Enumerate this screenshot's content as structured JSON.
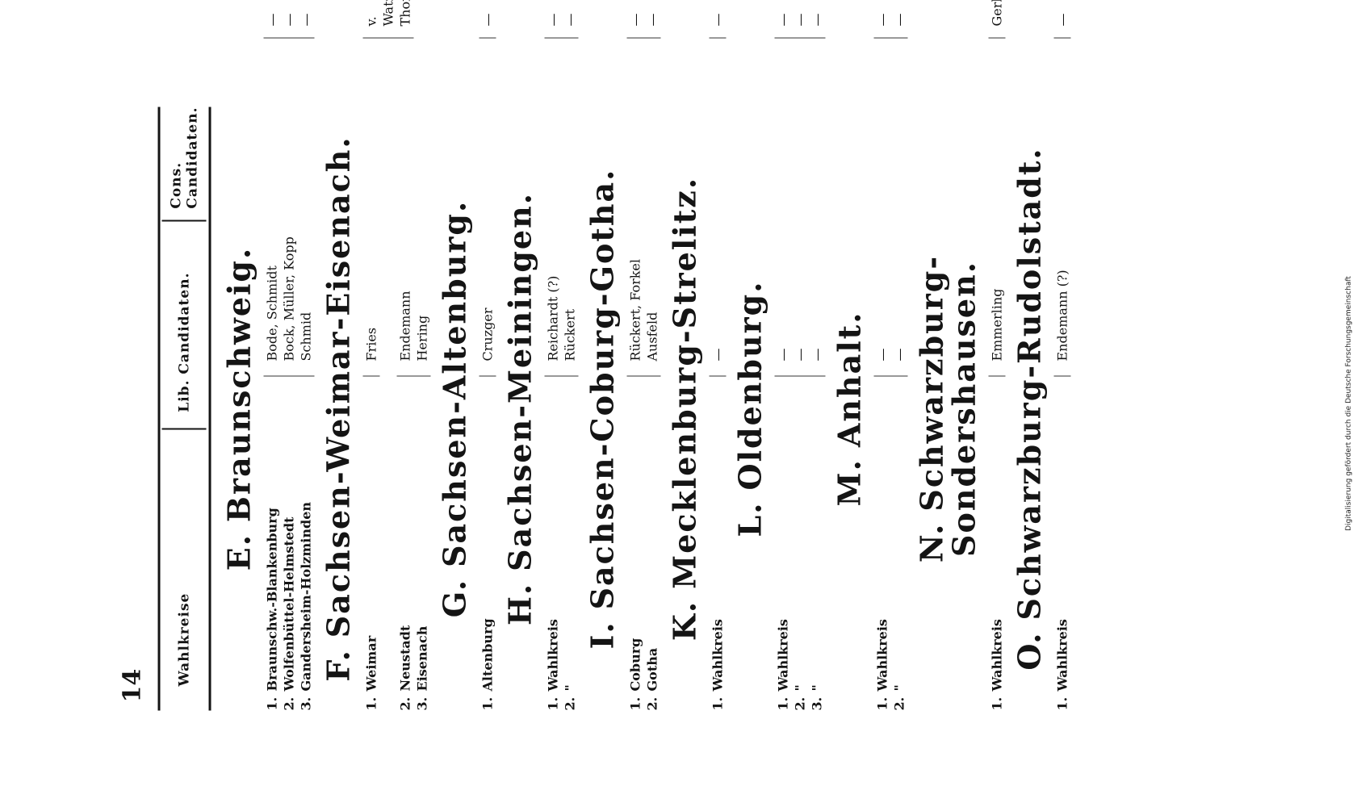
{
  "page_number": "14",
  "header": {
    "col1": "Wahlkreise",
    "col2": "Lib. Candidaten.",
    "col3": "Cons. Candidaten."
  },
  "sections": [
    {
      "letter": "E.",
      "name": "Braunschweig.",
      "rows": [
        {
          "num": "1.",
          "wk": "Braunschw.-Blankenburg",
          "lib": "Bode, Schmidt",
          "con": "—"
        },
        {
          "num": "2.",
          "wk": "Wolfenbüttel-Helmstedt",
          "lib": "Bock, Müller, Kopp",
          "con": "—"
        },
        {
          "num": "3.",
          "wk": "Gandersheim-Holzminden",
          "lib": "Schmid",
          "con": "—"
        }
      ]
    },
    {
      "letter": "F.",
      "name": "Sachsen-Weimar-Eisenach.",
      "rows": [
        {
          "num": "1.",
          "wk": "Weimar",
          "lib": "Fries",
          "con": "v. Watzdorf"
        },
        {
          "num": "2.",
          "wk": "Neustadt",
          "lib": "Endemann",
          "con": "Thon"
        },
        {
          "num": "3.",
          "wk": "Eisenach",
          "lib": "Hering",
          "con": ""
        }
      ]
    },
    {
      "letter": "G.",
      "name": "Sachsen-Altenburg.",
      "rows": [
        {
          "num": "1.",
          "wk": "Altenburg",
          "lib": "Cruzger",
          "con": "—"
        }
      ]
    },
    {
      "letter": "H.",
      "name": "Sachsen-Meiningen.",
      "rows": [
        {
          "num": "1.",
          "wk": "Wahlkreis",
          "lib": "Reichardt (?)",
          "con": "—"
        },
        {
          "num": "2.",
          "wk": "\"",
          "lib": "Rückert",
          "con": "—"
        }
      ]
    },
    {
      "letter": "I.",
      "name": "Sachsen-Coburg-Gotha.",
      "rows": [
        {
          "num": "1.",
          "wk": "Coburg",
          "lib": "Rückert, Forkel",
          "con": "—"
        },
        {
          "num": "2.",
          "wk": "Gotha",
          "lib": "Ausfeld",
          "con": "—"
        }
      ]
    },
    {
      "letter": "K.",
      "name": "Mecklenburg-Strelitz.",
      "rows": [
        {
          "num": "1.",
          "wk": "Wahlkreis",
          "lib": "—",
          "con": "—"
        }
      ]
    },
    {
      "letter": "L.",
      "name": "Oldenburg.",
      "rows": [
        {
          "num": "1.",
          "wk": "Wahlkreis",
          "lib": "—",
          "con": "—"
        },
        {
          "num": "2.",
          "wk": "\"",
          "lib": "—",
          "con": "—"
        },
        {
          "num": "3.",
          "wk": "\"",
          "lib": "—",
          "con": "—"
        }
      ]
    },
    {
      "letter": "M.",
      "name": "Anhalt.",
      "rows": [
        {
          "num": "1.",
          "wk": "Wahlkreis",
          "lib": "—",
          "con": "—"
        },
        {
          "num": "2.",
          "wk": "\"",
          "lib": "—",
          "con": "—"
        }
      ]
    },
    {
      "letter": "N.",
      "name": "Schwarzburg-Sondershausen.",
      "rows": [
        {
          "num": "1.",
          "wk": "Wahlkreis",
          "lib": "Emmerling",
          "con": "Gerber"
        }
      ]
    },
    {
      "letter": "O.",
      "name": "Schwarzburg-Rudolstadt.",
      "rows": [
        {
          "num": "1.",
          "wk": "Wahlkreis",
          "lib": "Endemann (?)",
          "con": "—"
        }
      ]
    }
  ],
  "side_note": "Digitalisierung gefördert durch die Deutsche Forschungsgemeinschaft"
}
